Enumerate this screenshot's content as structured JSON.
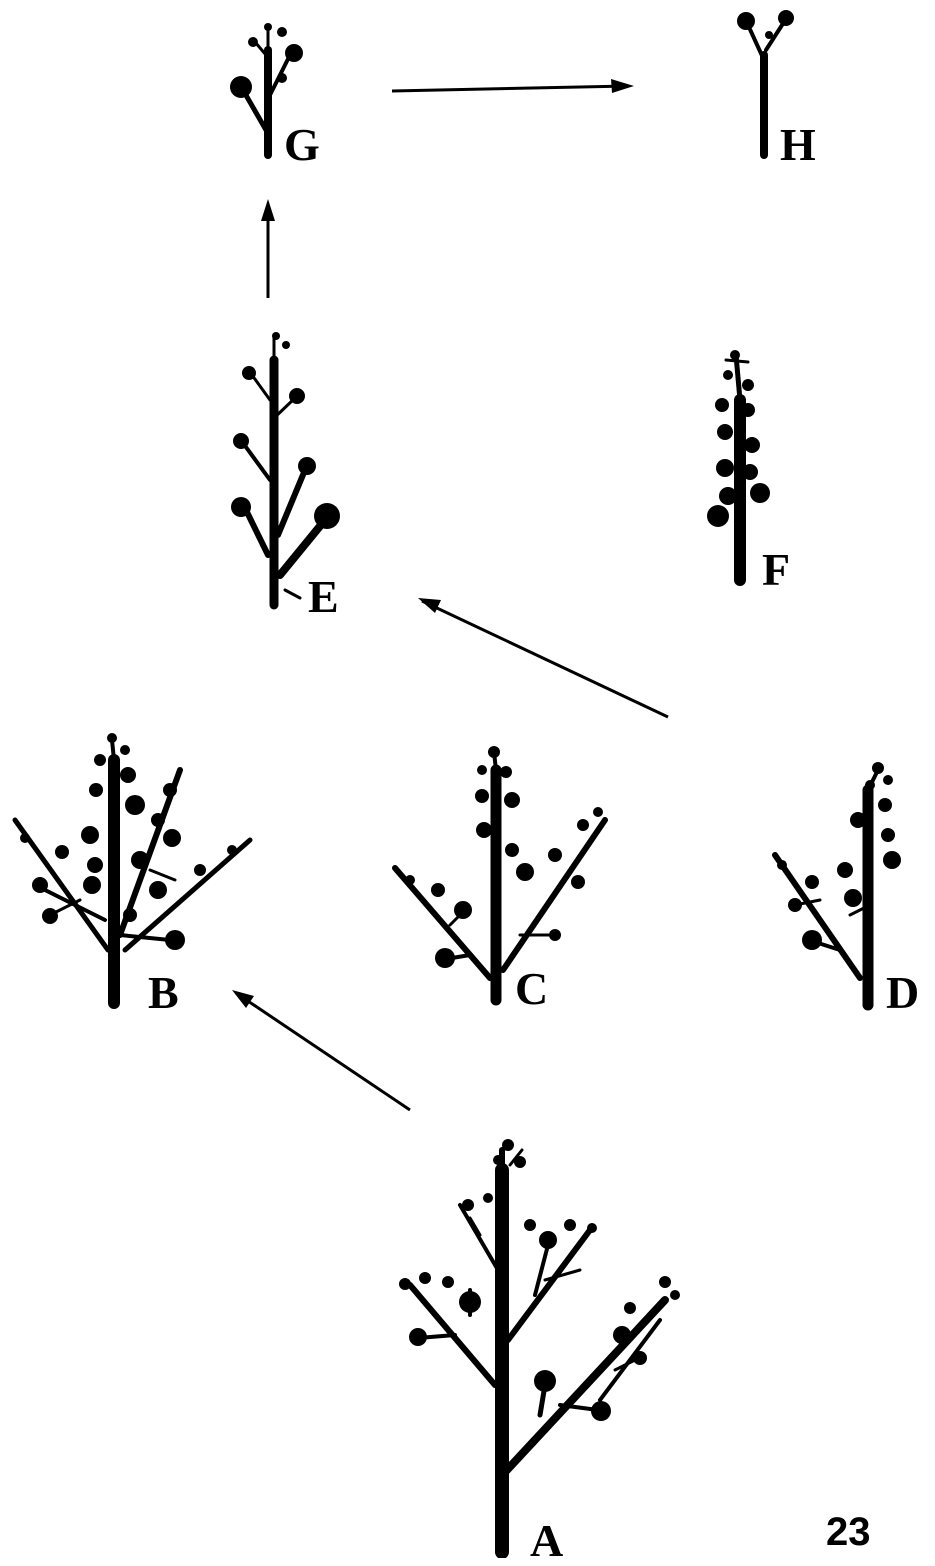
{
  "figure": {
    "number": "23",
    "stages": [
      {
        "id": "A",
        "label": "A"
      },
      {
        "id": "B",
        "label": "B"
      },
      {
        "id": "C",
        "label": "C"
      },
      {
        "id": "D",
        "label": "D"
      },
      {
        "id": "E",
        "label": "E"
      },
      {
        "id": "F",
        "label": "F"
      },
      {
        "id": "G",
        "label": "G"
      },
      {
        "id": "H",
        "label": "H"
      }
    ],
    "arrows": [
      {
        "from": "A",
        "to": "B"
      },
      {
        "from": "D",
        "to": "E"
      },
      {
        "from": "E",
        "to": "G"
      },
      {
        "from": "G",
        "to": "H"
      }
    ],
    "color": "#000000"
  }
}
